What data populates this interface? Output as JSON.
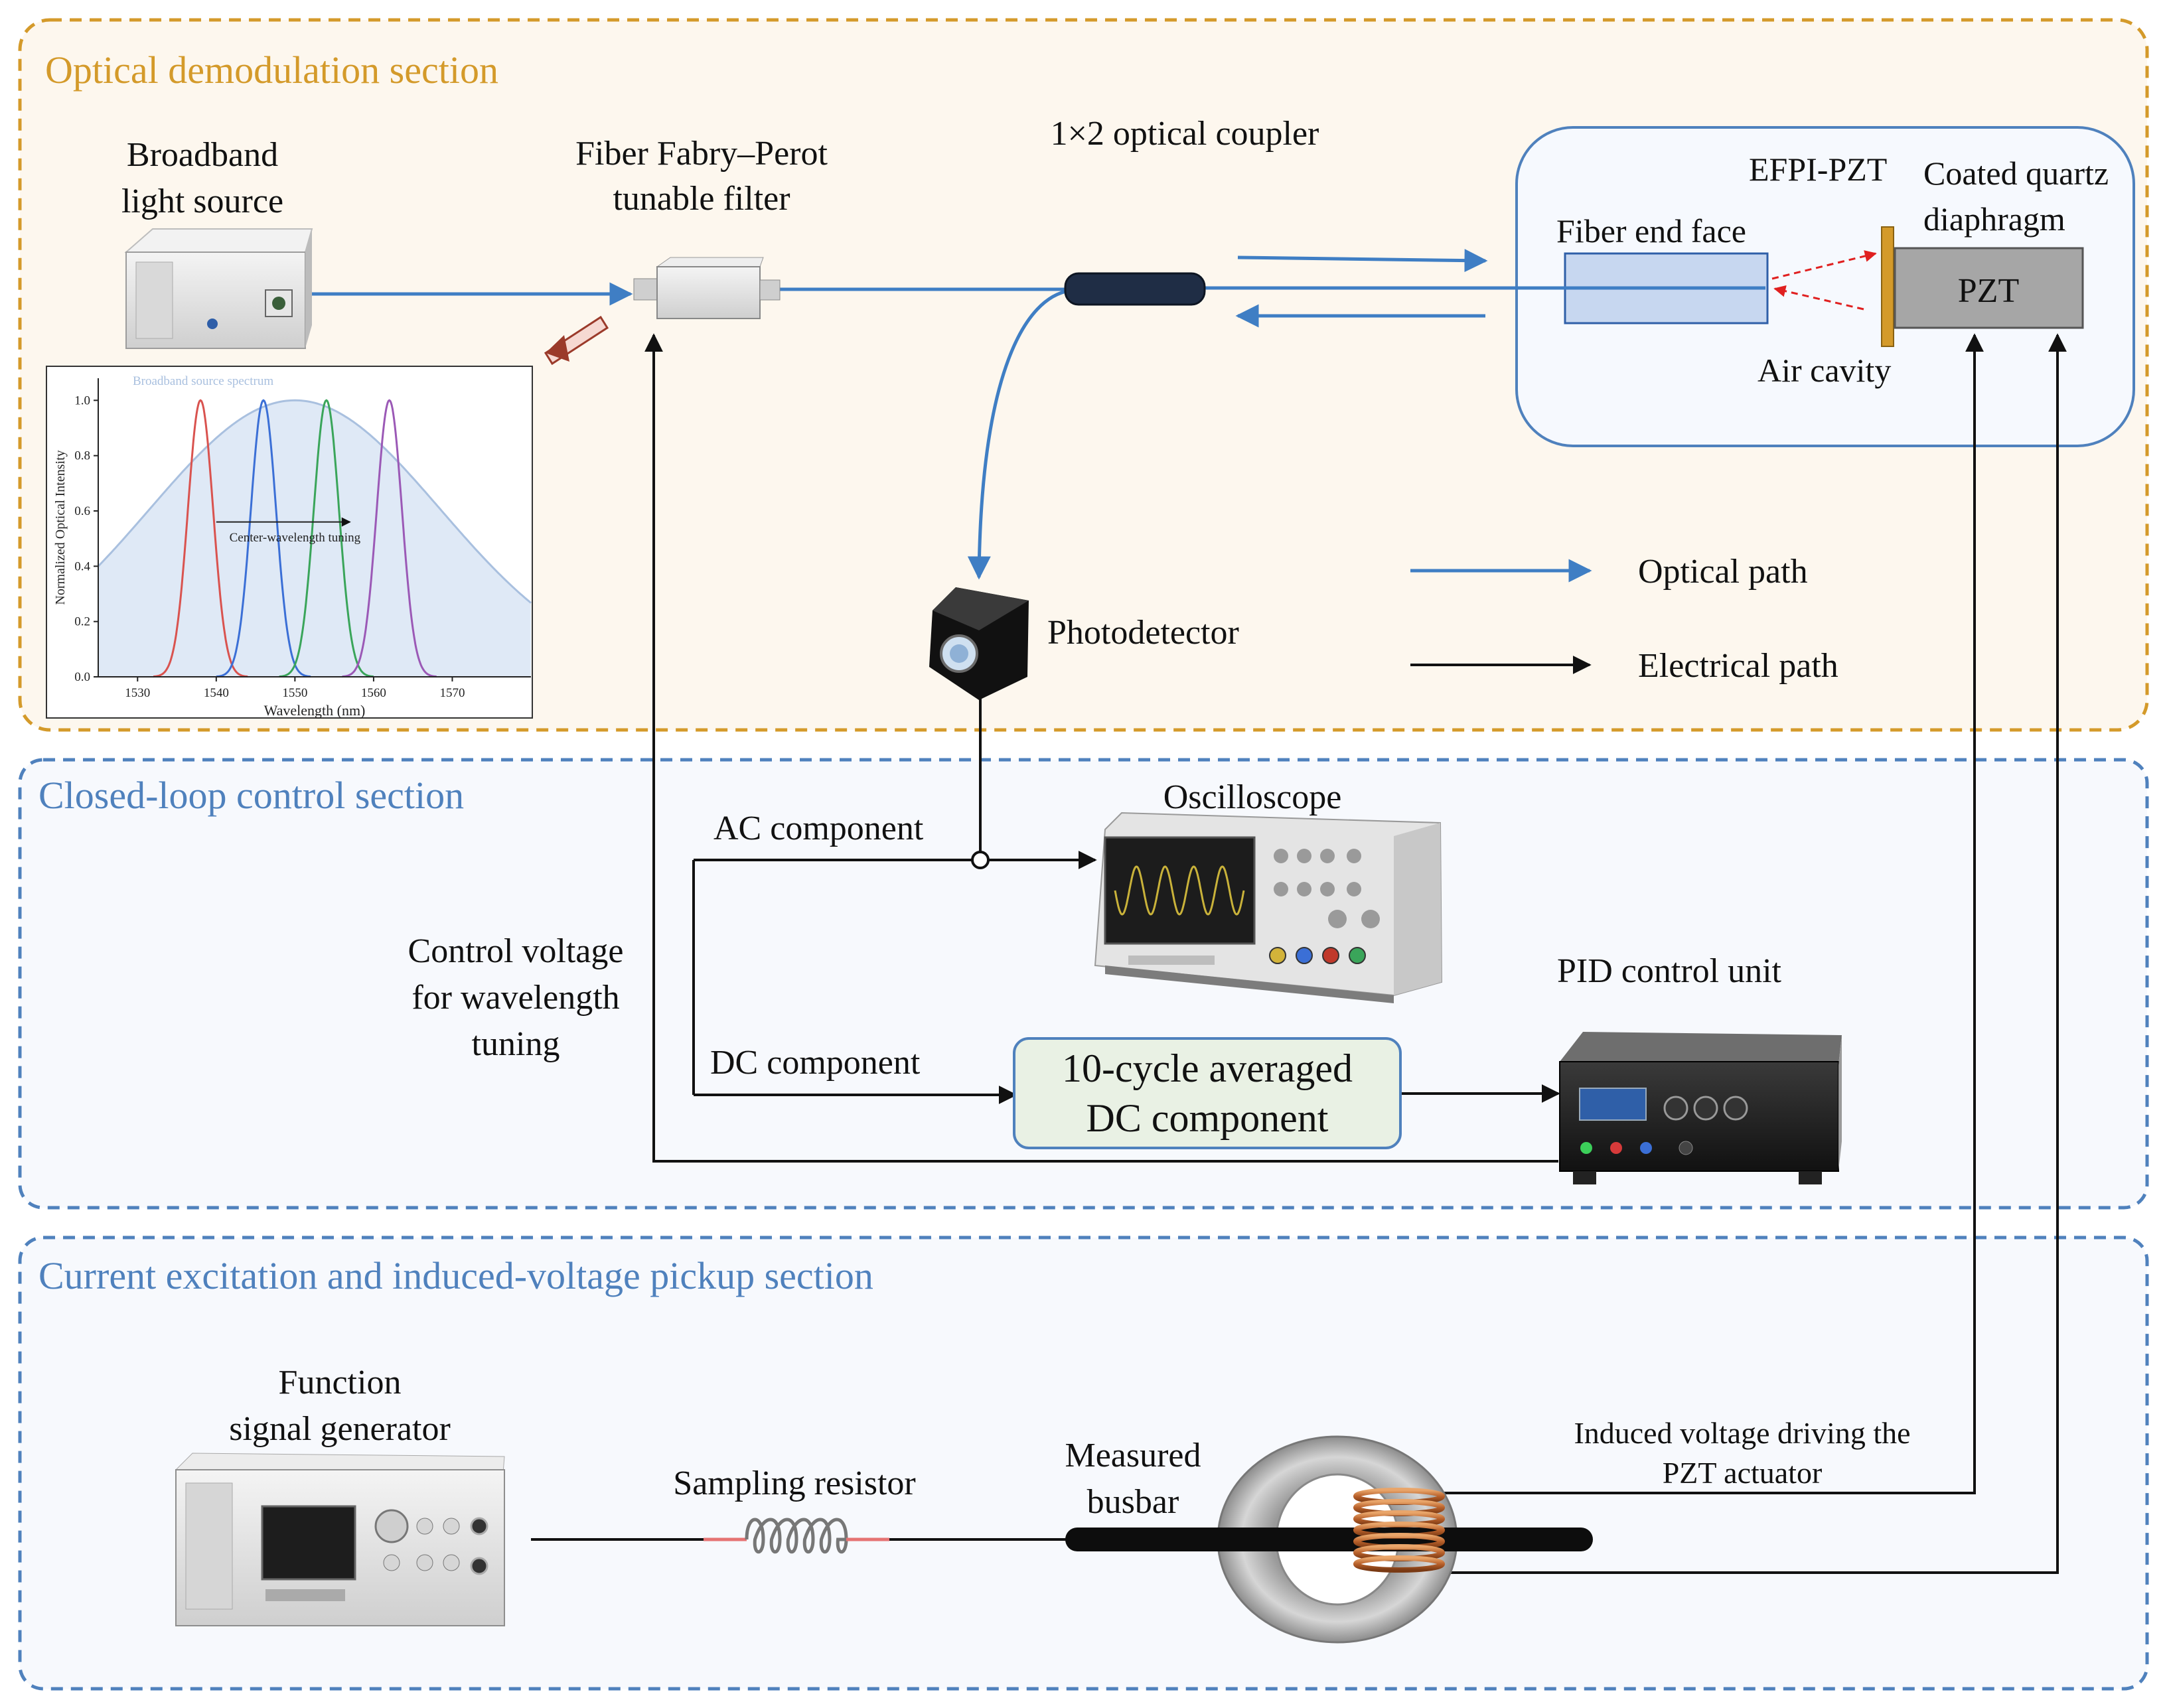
{
  "sections": {
    "optical": {
      "title": "Optical demodulation section",
      "color": "#d49a2a"
    },
    "control": {
      "title": "Closed-loop control section",
      "color": "#4f81bd"
    },
    "current": {
      "title": "Current excitation and induced-voltage pickup section",
      "color": "#4f81bd"
    }
  },
  "labels": {
    "broadband_1": "Broadband",
    "broadband_2": "light source",
    "filter_1": "Fiber Fabry–Perot",
    "filter_2": "tunable filter",
    "coupler": "1×2 optical coupler",
    "efpi": "EFPI-PZT",
    "coated_1": "Coated quartz",
    "coated_2": "diaphragm",
    "fiber_end": "Fiber end face",
    "pzt": "PZT",
    "air_cavity": "Air cavity",
    "photodetector": "Photodetector",
    "oscilloscope": "Oscilloscope",
    "ac": "AC component",
    "dc": "DC component",
    "avg_1": "10-cycle averaged",
    "avg_2": "DC component",
    "pid": "PID control unit",
    "ctrl_1": "Control voltage",
    "ctrl_2": "for wavelength",
    "ctrl_3": "tuning",
    "funcgen_1": "Function",
    "funcgen_2": "signal generator",
    "resistor": "Sampling resistor",
    "busbar_1": "Measured",
    "busbar_2": "busbar",
    "induced_1": "Induced voltage driving the",
    "induced_2": "PZT actuator"
  },
  "legend": {
    "optical": "Optical path",
    "electrical": "Electrical path",
    "optical_color": "#3f7ec4",
    "electrical_color": "#111111"
  },
  "chart_data": {
    "type": "line",
    "title": "Broadband source spectrum",
    "xlabel": "Wavelength (nm)",
    "ylabel": "Normalized Optical Intensity",
    "xlim": [
      1525,
      1580
    ],
    "ylim": [
      0,
      1.08
    ],
    "xticks": [
      1530,
      1540,
      1550,
      1560,
      1570
    ],
    "yticks": [
      0.0,
      0.2,
      0.4,
      0.6,
      0.8,
      1.0
    ],
    "annotation": "Center-wavelength tuning",
    "source": {
      "center": 1550,
      "peak": 1.0,
      "edge_value": 0.4,
      "edge_x": 1525
    },
    "peaks": [
      {
        "center": 1538,
        "color": "#d9534f"
      },
      {
        "center": 1546,
        "color": "#3b6fd6"
      },
      {
        "center": 1554,
        "color": "#3aa55a"
      },
      {
        "center": 1562,
        "color": "#9b59b6"
      }
    ]
  }
}
